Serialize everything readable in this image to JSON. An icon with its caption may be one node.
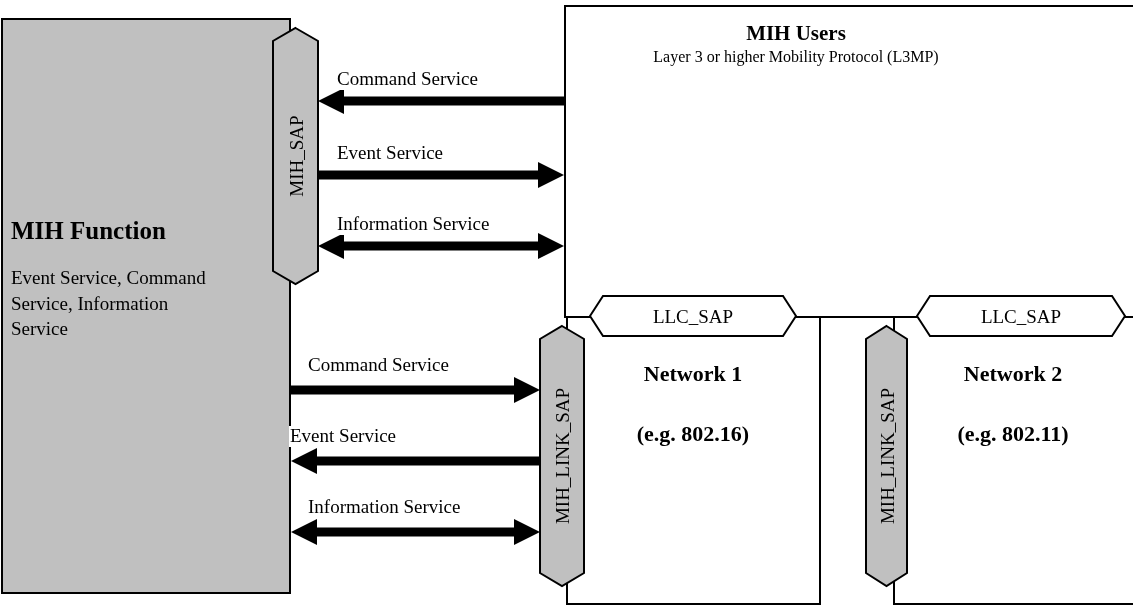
{
  "diagram": {
    "nodes": [
      {
        "text": [
          "MIH Function",
          "Event Service, Command Service, Information Service"
        ]
      },
      {
        "text": [
          "MIH_SAP"
        ]
      },
      {
        "text": [
          "MIH Users",
          "Layer 3 or higher Mobility Protocol (L3MP)"
        ]
      },
      {
        "text": [
          "LLC_SAP"
        ]
      },
      {
        "text": [
          "Network 1",
          "(e.g. 802.16)"
        ]
      },
      {
        "text": [
          "MIH_LINK_SAP"
        ]
      },
      {
        "text": [
          "LLC_SAP"
        ]
      },
      {
        "text": [
          "Network 2",
          "(e.g. 802.11)"
        ]
      },
      {
        "text": [
          "MIH_LINK_SAP"
        ]
      }
    ],
    "edges": [
      {
        "from": 2,
        "to": 1,
        "arrow": "to",
        "label": "Command Service"
      },
      {
        "from": 1,
        "to": 2,
        "arrow": "to",
        "label": "Event Service"
      },
      {
        "from": 1,
        "to": 2,
        "arrow": "both",
        "label": "Information Service"
      },
      {
        "from": 0,
        "to": 5,
        "arrow": "to",
        "label": "Command Service"
      },
      {
        "from": 5,
        "to": 0,
        "arrow": "to",
        "label": "Event Service"
      },
      {
        "from": 0,
        "to": 5,
        "arrow": "both",
        "label": "Information Service"
      }
    ]
  }
}
